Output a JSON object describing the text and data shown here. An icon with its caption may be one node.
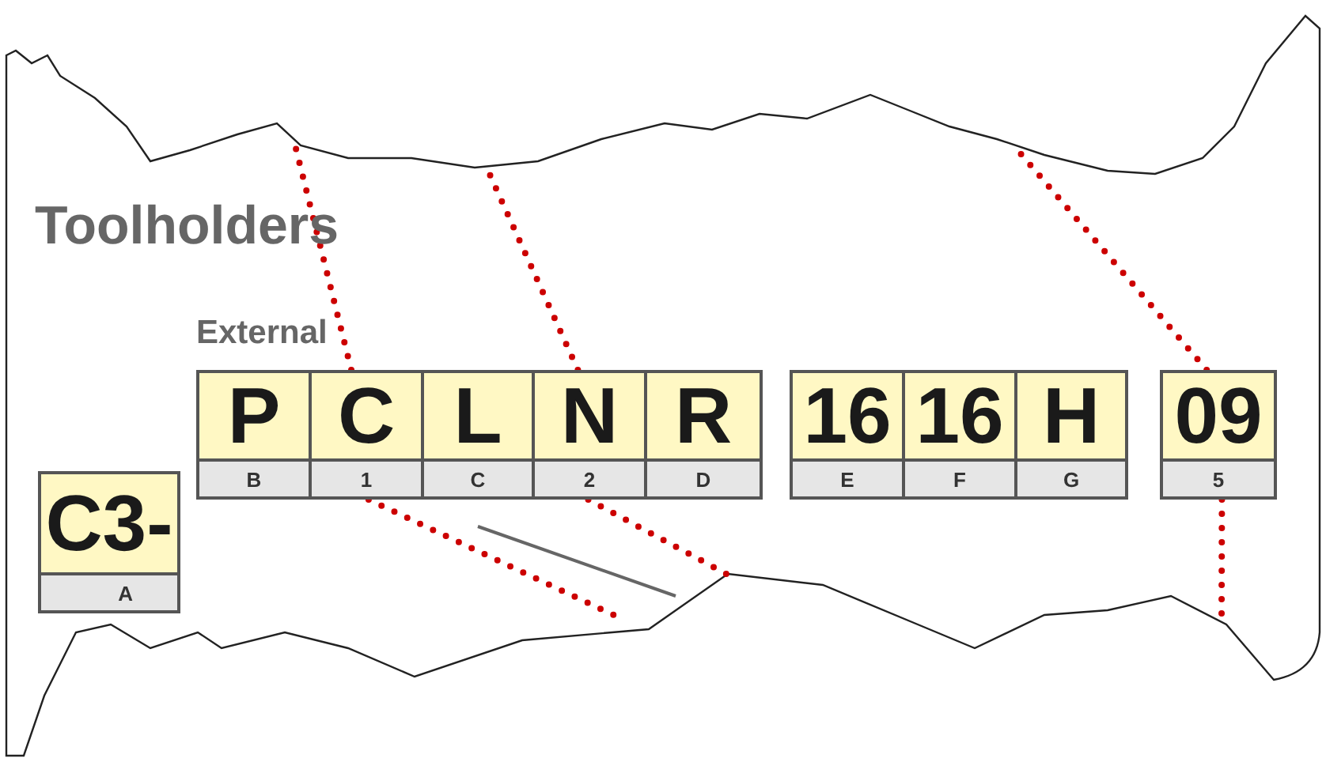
{
  "diagram": {
    "title": "Toolholders",
    "nodes": [
      {
        "text": [
          "P",
          "B"
        ]
      },
      {
        "text": [
          "C",
          "1"
        ]
      },
      {
        "text": [
          "L",
          "C"
        ]
      },
      {
        "text": [
          "N",
          "2"
        ]
      },
      {
        "text": [
          "R",
          "D"
        ]
      },
      {
        "text": [
          "16",
          "E"
        ]
      },
      {
        "text": [
          "16",
          "F"
        ]
      },
      {
        "text": [
          "H",
          "G"
        ]
      },
      {
        "text": [
          "09",
          "5"
        ]
      },
      {
        "text": [
          "C3-",
          "A"
        ]
      }
    ],
    "edges": [
      {
        "from": 1,
        "to": null,
        "arrow": "none"
      },
      {
        "from": 3,
        "to": null,
        "arrow": "none"
      },
      {
        "from": 8,
        "to": null,
        "arrow": "none"
      },
      {
        "from": 1,
        "to": null,
        "arrow": "none"
      },
      {
        "from": 3,
        "to": null,
        "arrow": "none"
      },
      {
        "from": 8,
        "to": null,
        "arrow": "none"
      }
    ],
    "labels": [
      "External"
    ]
  }
}
